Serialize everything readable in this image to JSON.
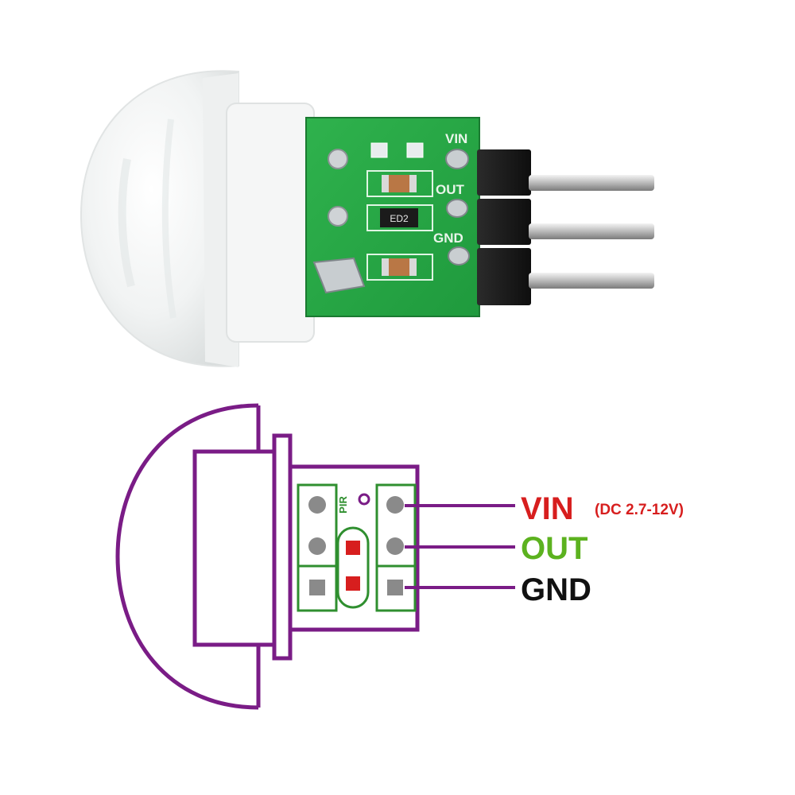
{
  "photo": {
    "silkscreen": {
      "vin": "VIN",
      "out": "OUT",
      "gnd": "GND",
      "chip": "ED2"
    }
  },
  "diagram": {
    "sensor_marking": "PIR",
    "pins": [
      {
        "label": "VIN",
        "note": "(DC 2.7-12V)",
        "color": "#d71e1e"
      },
      {
        "label": "OUT",
        "note": "",
        "color": "#5cb21f"
      },
      {
        "label": "GND",
        "note": "",
        "color": "#111111"
      }
    ],
    "colors": {
      "outline": "#7a1c86",
      "board": "#2f8f2f",
      "pad": "#8a8a8a",
      "jumper": "#d71e1e"
    }
  }
}
